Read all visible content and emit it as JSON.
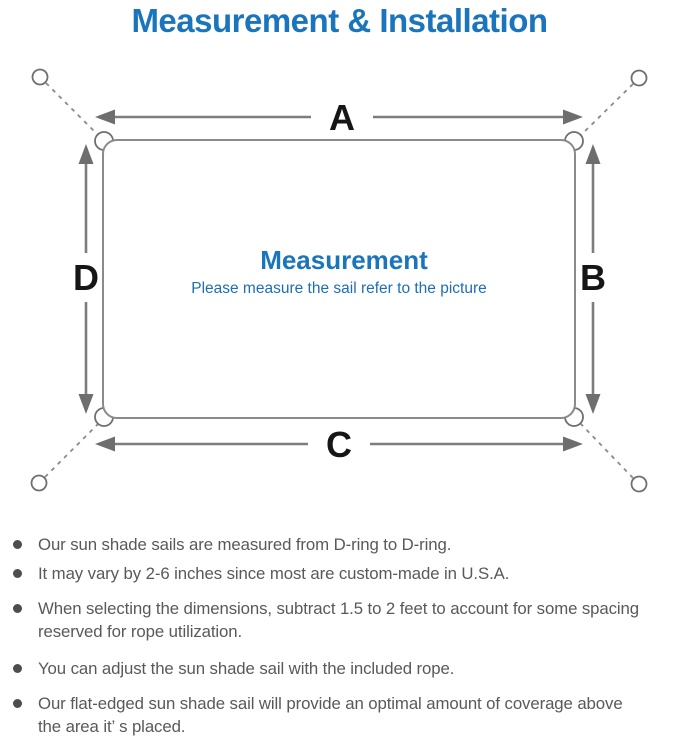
{
  "title": {
    "text": "Measurement & Installation"
  },
  "colors": {
    "accent_blue": "#1a75bc",
    "subtitle_blue": "#1e6eb4",
    "line_gray": "#8a8a8a",
    "arrow_gray": "#6e6e6e",
    "dimension_label": "#161616",
    "body_text": "#595959"
  },
  "diagram": {
    "labels": {
      "top": "A",
      "right": "B",
      "bottom": "C",
      "left": "D"
    },
    "center": {
      "title": "Measurement",
      "subtitle": "Please measure the sail refer to the picture"
    }
  },
  "notes": {
    "items": [
      {
        "lines": [
          "Our sun shade sails are measured from D-ring to D-ring."
        ]
      },
      {
        "lines": [
          "It may vary by 2-6 inches since most are custom-made in U.S.A."
        ]
      },
      {
        "lines": [
          "When selecting the dimensions, subtract 1.5 to 2 feet to account for some spacing",
          "reserved for rope utilization."
        ]
      },
      {
        "lines": [
          "You can adjust the sun shade sail with the included rope."
        ]
      },
      {
        "lines": [
          "Our flat-edged sun shade sail will provide an optimal amount of coverage above",
          "the area it’ s placed."
        ]
      }
    ]
  }
}
